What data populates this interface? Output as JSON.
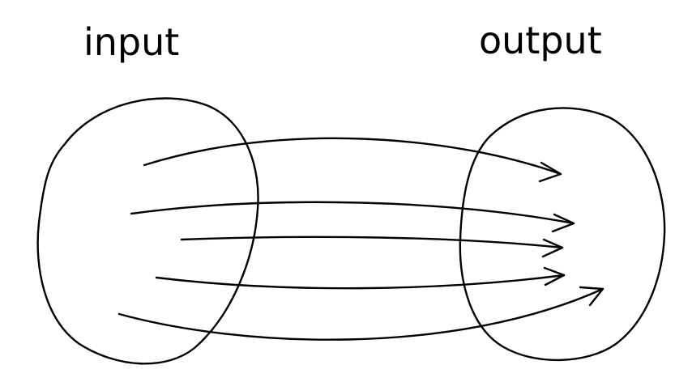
{
  "labels": {
    "input": "input",
    "output": "output"
  },
  "arrow_count": 5,
  "colors": {
    "stroke": "#000000",
    "background": "#ffffff"
  }
}
